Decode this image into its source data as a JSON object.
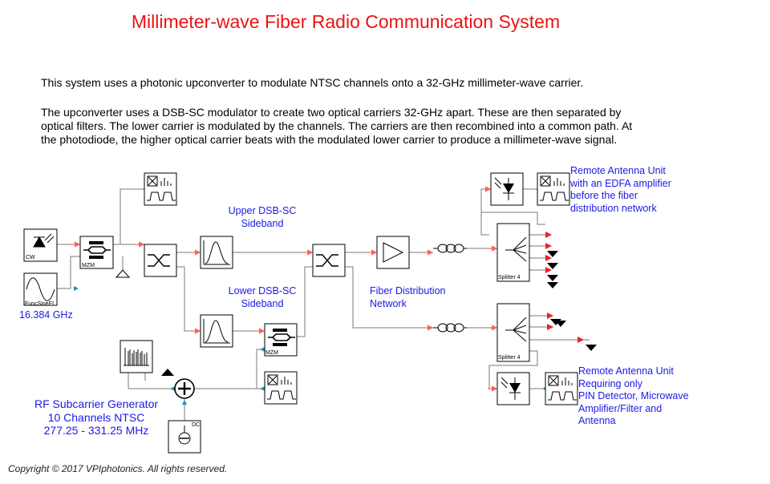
{
  "title": "Millimeter-wave Fiber Radio Communication System",
  "description": {
    "p1": "This system uses a photonic upconverter to modulate NTSC channels onto a 32-GHz millimeter-wave carrier.",
    "p2_lines": [
      "The upconverter uses a DSB-SC modulator to create two optical carriers 32-GHz apart. These are then separated by",
      "optical filters. The lower carrier is modulated by the channels. The carriers are then recombined into a common path. At",
      "the photodiode, the higher optical carrier beats with the modulated lower carrier to produce a millimeter-wave signal."
    ]
  },
  "labels": {
    "upper_sideband": [
      "Upper DSB-SC",
      "Sideband"
    ],
    "lower_sideband": [
      "Lower DSB-SC",
      "Sideband"
    ],
    "fiber_network": [
      "Fiber Distribution",
      "Network"
    ],
    "rau_edfa": [
      "Remote Antenna Unit",
      "with an EDFA amplifier",
      "before the fiber",
      "distribution network"
    ],
    "rau_pin": [
      "Remote Antenna Unit",
      "Requiring only",
      "PIN Detector, Microwave",
      "Amplifier/Filter and",
      "Antenna"
    ],
    "rf_generator": [
      "RF  Subcarrier Generator",
      "10 Channels NTSC",
      "277.25 - 331.25 MHz"
    ],
    "frequency": "16.384 GHz"
  },
  "block_captions": {
    "cw": "CW",
    "func": "FuncSineEl",
    "mzm1": "MZM",
    "mzm2": "MZM",
    "dc": "DC",
    "splitter1": "Splitter 4",
    "splitter2": "Splitter 4"
  },
  "copyright": "Copyright © 2017 VPIphotonics. All rights reserved."
}
